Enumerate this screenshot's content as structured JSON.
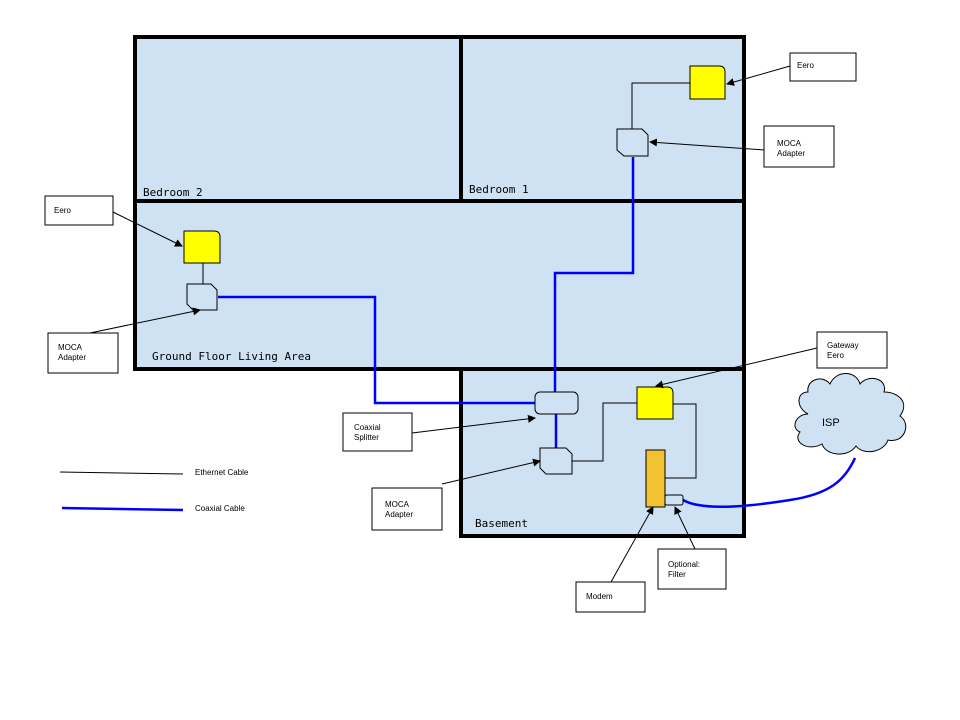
{
  "colors": {
    "room_fill": "#cfe2f3",
    "wall": "#000000",
    "eero_fill": "#ffff00",
    "modem_fill": "#f1c232",
    "coax": "#0000ff",
    "ethernet": "#000000",
    "cloud_fill": "#cfe2f3"
  },
  "rooms": {
    "bedroom2": "Bedroom 2",
    "bedroom1": "Bedroom 1",
    "ground_floor": "Ground Floor Living Area",
    "basement": "Basement"
  },
  "callouts": {
    "eero_bedroom1": [
      "Eero"
    ],
    "moca_bedroom1": [
      "MOCA",
      "Adapter"
    ],
    "eero_ground": [
      "Eero"
    ],
    "moca_ground": [
      "MOCA",
      "Adapter"
    ],
    "gateway_eero": [
      "Gateway",
      "Eero"
    ],
    "coax_splitter": [
      "Coaxial",
      "Splitter"
    ],
    "moca_basement": [
      "MOCA",
      "Adapter"
    ],
    "optional_filter": [
      "Optional:",
      "Filter"
    ],
    "modem": [
      "Modem"
    ]
  },
  "isp": "ISP",
  "legend": {
    "ethernet": "Ethernet Cable",
    "coax": "Coaxial Cable"
  }
}
